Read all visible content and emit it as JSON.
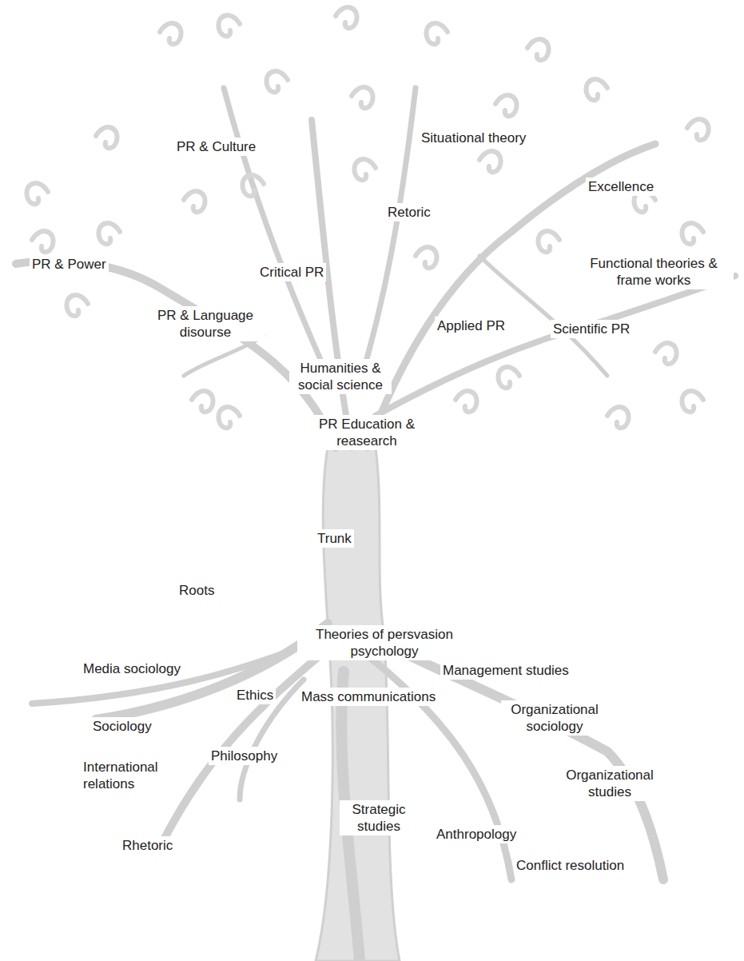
{
  "diagram": {
    "labels": [
      "PR & Culture",
      "Situational theory",
      "Retoric",
      "Excellence",
      "PR & Power",
      "Critical PR",
      "Functional theories & frame works",
      "PR & Language disourse",
      "Applied PR",
      "Scientific PR",
      "Humanities & social science",
      "PR Education & reasearch",
      "Trunk",
      "Roots",
      "Theories of persvasion psychology",
      "Media sociology",
      "Management studies",
      "Ethics",
      "Mass communications",
      "Organizational sociology",
      "Sociology",
      "International relations",
      "Philosophy",
      "Organizational studies",
      "Strategic studies",
      "Anthropology",
      "Rhetoric",
      "Conflict resolution"
    ]
  }
}
